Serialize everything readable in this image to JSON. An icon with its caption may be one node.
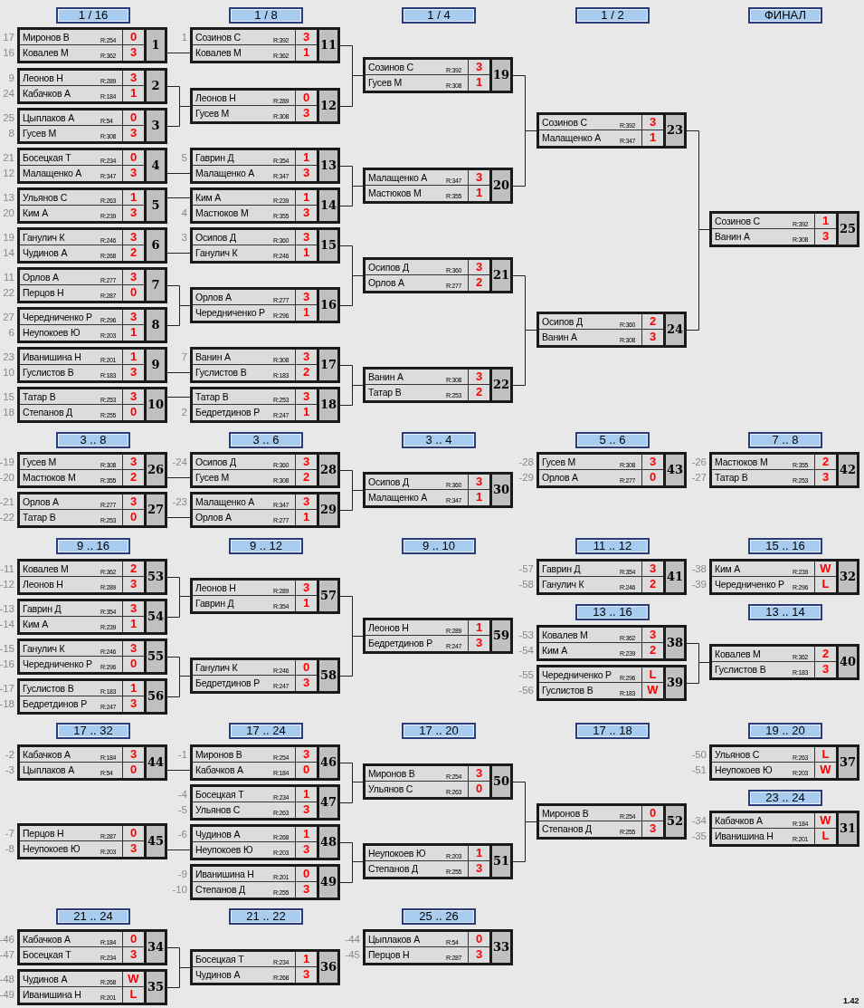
{
  "diagram": {
    "nodes": [
      {
        "text": [
          "Миронов В",
          "R:254",
          "0",
          "Ковалев М",
          "R:362",
          "3",
          "1"
        ],
        "beside": [
          "17",
          "16"
        ]
      },
      {
        "text": [
          "Леонов Н",
          "R:289",
          "3",
          "Кабачков А",
          "R:184",
          "1",
          "2"
        ],
        "beside": [
          "9",
          "24"
        ]
      },
      {
        "text": [
          "Цыплаков А",
          "R:54",
          "0",
          "Гусев М",
          "R:308",
          "3",
          "3"
        ],
        "beside": [
          "25",
          "8"
        ]
      },
      {
        "text": [
          "Босецкая Т",
          "R:234",
          "0",
          "Малащенко А",
          "R:347",
          "3",
          "4"
        ],
        "beside": [
          "21",
          "12"
        ]
      },
      {
        "text": [
          "Ульянов С",
          "R:263",
          "1",
          "Ким А",
          "R:239",
          "3",
          "5"
        ],
        "beside": [
          "13",
          "20"
        ]
      },
      {
        "text": [
          "Ганулич К",
          "R:246",
          "3",
          "Чудинов А",
          "R:268",
          "2",
          "6"
        ],
        "beside": [
          "19",
          "14"
        ]
      },
      {
        "text": [
          "Орлов А",
          "R:277",
          "3",
          "Перцов Н",
          "R:287",
          "0",
          "7"
        ],
        "beside": [
          "11",
          "22"
        ]
      },
      {
        "text": [
          "Чередниченко Р",
          "R:296",
          "3",
          "Неупокоев Ю",
          "R:203",
          "1",
          "8"
        ],
        "beside": [
          "27",
          "6"
        ]
      },
      {
        "text": [
          "Иванишина Н",
          "R:201",
          "1",
          "Гуслистов В",
          "R:183",
          "3",
          "9"
        ],
        "beside": [
          "23",
          "10"
        ]
      },
      {
        "text": [
          "Татар В",
          "R:253",
          "3",
          "Степанов Д",
          "R:255",
          "0",
          "10"
        ],
        "beside": [
          "15",
          "18"
        ]
      },
      {
        "text": [
          "Созинов С",
          "R:392",
          "3",
          "Ковалев М",
          "R:362",
          "1",
          "11"
        ],
        "beside": [
          "1"
        ]
      },
      {
        "text": [
          "Леонов Н",
          "R:289",
          "0",
          "Гусев М",
          "R:308",
          "3",
          "12"
        ]
      },
      {
        "text": [
          "Гаврин Д",
          "R:354",
          "1",
          "Малащенко А",
          "R:347",
          "3",
          "13"
        ],
        "beside": [
          "5"
        ]
      },
      {
        "text": [
          "Ким А",
          "R:239",
          "1",
          "Мастюков М",
          "R:355",
          "3",
          "14"
        ],
        "beside": [
          "4"
        ]
      },
      {
        "text": [
          "Осипов Д",
          "R:360",
          "3",
          "Ганулич К",
          "R:246",
          "1",
          "15"
        ],
        "beside": [
          "3"
        ]
      },
      {
        "text": [
          "Орлов А",
          "R:277",
          "3",
          "Чередниченко Р",
          "R:296",
          "1",
          "16"
        ]
      },
      {
        "text": [
          "Ванин А",
          "R:308",
          "3",
          "Гуслистов В",
          "R:183",
          "2",
          "17"
        ],
        "beside": [
          "7"
        ]
      },
      {
        "text": [
          "Татар В",
          "R:253",
          "3",
          "Бедретдинов Р",
          "R:247",
          "1",
          "18"
        ],
        "beside": [
          "2"
        ]
      },
      {
        "text": [
          "Созинов С",
          "R:392",
          "3",
          "Гусев М",
          "R:308",
          "1",
          "19"
        ]
      },
      {
        "text": [
          "Малащенко А",
          "R:347",
          "3",
          "Мастюков М",
          "R:355",
          "1",
          "20"
        ]
      },
      {
        "text": [
          "Осипов Д",
          "R:360",
          "3",
          "Орлов А",
          "R:277",
          "2",
          "21"
        ]
      },
      {
        "text": [
          "Ванин А",
          "R:308",
          "3",
          "Татар В",
          "R:253",
          "2",
          "22"
        ]
      },
      {
        "text": [
          "Созинов С",
          "R:392",
          "3",
          "Малащенко А",
          "R:347",
          "1",
          "23"
        ]
      },
      {
        "text": [
          "Осипов Д",
          "R:360",
          "2",
          "Ванин А",
          "R:308",
          "3",
          "24"
        ]
      },
      {
        "text": [
          "Созинов С",
          "R:392",
          "1",
          "Ванин А",
          "R:308",
          "3",
          "25"
        ]
      },
      {
        "text": [
          "Гусев М",
          "R:308",
          "3",
          "Мастюков М",
          "R:355",
          "2",
          "26"
        ],
        "beside": [
          "-19",
          "-20"
        ]
      },
      {
        "text": [
          "Орлов А",
          "R:277",
          "3",
          "Татар В",
          "R:253",
          "0",
          "27"
        ],
        "beside": [
          "-21",
          "-22"
        ]
      },
      {
        "text": [
          "Осипов Д",
          "R:360",
          "3",
          "Гусев М",
          "R:308",
          "2",
          "28"
        ],
        "beside": [
          "-24"
        ]
      },
      {
        "text": [
          "Малащенко А",
          "R:347",
          "3",
          "Орлов А",
          "R:277",
          "1",
          "29"
        ],
        "beside": [
          "-23"
        ]
      },
      {
        "text": [
          "Осипов Д",
          "R:360",
          "3",
          "Малащенко А",
          "R:347",
          "1",
          "30"
        ]
      },
      {
        "text": [
          "Гусев М",
          "R:308",
          "3",
          "Орлов А",
          "R:277",
          "0",
          "43"
        ],
        "beside": [
          "-28",
          "-29"
        ]
      },
      {
        "text": [
          "Мастюков М",
          "R:355",
          "2",
          "Татар В",
          "R:253",
          "3",
          "42"
        ],
        "beside": [
          "-26",
          "-27"
        ]
      },
      {
        "text": [
          "Ковалев М",
          "R:362",
          "2",
          "Леонов Н",
          "R:289",
          "3",
          "53"
        ],
        "beside": [
          "-11",
          "-12"
        ]
      },
      {
        "text": [
          "Гаврин Д",
          "R:354",
          "3",
          "Ким А",
          "R:239",
          "1",
          "54"
        ],
        "beside": [
          "-13",
          "-14"
        ]
      },
      {
        "text": [
          "Ганулич К",
          "R:246",
          "3",
          "Чередниченко Р",
          "R:296",
          "0",
          "55"
        ],
        "beside": [
          "-15",
          "-16"
        ]
      },
      {
        "text": [
          "Гуслистов В",
          "R:183",
          "1",
          "Бедретдинов Р",
          "R:247",
          "3",
          "56"
        ],
        "beside": [
          "-17",
          "-18"
        ]
      },
      {
        "text": [
          "Леонов Н",
          "R:289",
          "3",
          "Гаврин Д",
          "R:354",
          "1",
          "57"
        ]
      },
      {
        "text": [
          "Ганулич К",
          "R:246",
          "0",
          "Бедретдинов Р",
          "R:247",
          "3",
          "58"
        ]
      },
      {
        "text": [
          "Леонов Н",
          "R:289",
          "1",
          "Бедретдинов Р",
          "R:247",
          "3",
          "59"
        ]
      },
      {
        "text": [
          "Гаврин Д",
          "R:354",
          "3",
          "Ганулич К",
          "R:246",
          "2",
          "41"
        ],
        "beside": [
          "-57",
          "-58"
        ]
      },
      {
        "text": [
          "Ким А",
          "R:239",
          "W",
          "Чередниченко Р",
          "R:296",
          "L",
          "32"
        ],
        "beside": [
          "-38",
          "-39"
        ]
      },
      {
        "text": [
          "Ковалев М",
          "R:362",
          "3",
          "Ким А",
          "R:239",
          "2",
          "38"
        ],
        "beside": [
          "-53",
          "-54"
        ]
      },
      {
        "text": [
          "Чередниченко Р",
          "R:296",
          "L",
          "Гуслистов В",
          "R:183",
          "W",
          "39"
        ],
        "beside": [
          "-55",
          "-56"
        ]
      },
      {
        "text": [
          "Ковалев М",
          "R:362",
          "2",
          "Гуслистов В",
          "R:183",
          "3",
          "40"
        ]
      },
      {
        "text": [
          "Кабачков А",
          "R:184",
          "3",
          "Цыплаков А",
          "R:54",
          "0",
          "44"
        ],
        "beside": [
          "-2",
          "-3"
        ]
      },
      {
        "text": [
          "Перцов Н",
          "R:287",
          "0",
          "Неупокоев Ю",
          "R:203",
          "3",
          "45"
        ],
        "beside": [
          "-7",
          "-8"
        ]
      },
      {
        "text": [
          "Миронов В",
          "R:254",
          "3",
          "Кабачков А",
          "R:184",
          "0",
          "46"
        ],
        "beside": [
          "-1"
        ]
      },
      {
        "text": [
          "Босецкая Т",
          "R:234",
          "1",
          "Ульянов С",
          "R:263",
          "3",
          "47"
        ],
        "beside": [
          "-4",
          "-5"
        ]
      },
      {
        "text": [
          "Чудинов А",
          "R:268",
          "1",
          "Неупокоев Ю",
          "R:203",
          "3",
          "48"
        ],
        "beside": [
          "-6"
        ]
      },
      {
        "text": [
          "Иванишина Н",
          "R:201",
          "0",
          "Степанов Д",
          "R:255",
          "3",
          "49"
        ],
        "beside": [
          "-9",
          "-10"
        ]
      },
      {
        "text": [
          "Миронов В",
          "R:254",
          "3",
          "Ульянов С",
          "R:263",
          "0",
          "50"
        ]
      },
      {
        "text": [
          "Неупокоев Ю",
          "R:203",
          "1",
          "Степанов Д",
          "R:255",
          "3",
          "51"
        ]
      },
      {
        "text": [
          "Миронов В",
          "R:254",
          "0",
          "Степанов Д",
          "R:255",
          "3",
          "52"
        ]
      },
      {
        "text": [
          "Ульянов С",
          "R:263",
          "L",
          "Неупокоев Ю",
          "R:203",
          "W",
          "37"
        ],
        "beside": [
          "-50",
          "-51"
        ]
      },
      {
        "text": [
          "Кабачков А",
          "R:184",
          "W",
          "Иванишина Н",
          "R:201",
          "L",
          "31"
        ],
        "beside": [
          "-34",
          "-35"
        ]
      },
      {
        "text": [
          "Кабачков А",
          "R:184",
          "0",
          "Босецкая Т",
          "R:234",
          "3",
          "34"
        ],
        "beside": [
          "-46",
          "-47"
        ]
      },
      {
        "text": [
          "Чудинов А",
          "R:268",
          "W",
          "Иванишина Н",
          "R:201",
          "L",
          "35"
        ],
        "beside": [
          "-48",
          "-49"
        ]
      },
      {
        "text": [
          "Босецкая Т",
          "R:234",
          "1",
          "Чудинов А",
          "R:268",
          "3",
          "36"
        ]
      },
      {
        "text": [
          "Цыплаков А",
          "R:54",
          "0",
          "Перцов Н",
          "R:287",
          "3",
          "33"
        ],
        "beside": [
          "-44",
          "-45"
        ]
      }
    ],
    "edges": [
      {
        "from": 0,
        "to": 10,
        "arrow": "none"
      },
      {
        "from": 1,
        "to": 11,
        "arrow": "none"
      },
      {
        "from": 2,
        "to": 11,
        "arrow": "none"
      },
      {
        "from": 3,
        "to": 12,
        "arrow": "none"
      },
      {
        "from": 4,
        "to": 13,
        "arrow": "none"
      },
      {
        "from": 5,
        "to": 14,
        "arrow": "none"
      },
      {
        "from": 6,
        "to": 15,
        "arrow": "none"
      },
      {
        "from": 7,
        "to": 15,
        "arrow": "none"
      },
      {
        "from": 8,
        "to": 16,
        "arrow": "none"
      },
      {
        "from": 9,
        "to": 17,
        "arrow": "none"
      },
      {
        "from": 10,
        "to": 18,
        "arrow": "none"
      },
      {
        "from": 11,
        "to": 18,
        "arrow": "none"
      },
      {
        "from": 12,
        "to": 19,
        "arrow": "none"
      },
      {
        "from": 13,
        "to": 19,
        "arrow": "none"
      },
      {
        "from": 14,
        "to": 20,
        "arrow": "none"
      },
      {
        "from": 15,
        "to": 20,
        "arrow": "none"
      },
      {
        "from": 16,
        "to": 21,
        "arrow": "none"
      },
      {
        "from": 17,
        "to": 21,
        "arrow": "none"
      },
      {
        "from": 18,
        "to": 22,
        "arrow": "none"
      },
      {
        "from": 19,
        "to": 22,
        "arrow": "none"
      },
      {
        "from": 20,
        "to": 23,
        "arrow": "none"
      },
      {
        "from": 21,
        "to": 23,
        "arrow": "none"
      },
      {
        "from": 22,
        "to": 24,
        "arrow": "none"
      },
      {
        "from": 23,
        "to": 24,
        "arrow": "none"
      },
      {
        "from": 25,
        "to": 27,
        "arrow": "none"
      },
      {
        "from": 26,
        "to": 28,
        "arrow": "none"
      },
      {
        "from": 27,
        "to": 29,
        "arrow": "none"
      },
      {
        "from": 28,
        "to": 29,
        "arrow": "none"
      },
      {
        "from": 32,
        "to": 36,
        "arrow": "none"
      },
      {
        "from": 33,
        "to": 36,
        "arrow": "none"
      },
      {
        "from": 34,
        "to": 37,
        "arrow": "none"
      },
      {
        "from": 35,
        "to": 37,
        "arrow": "none"
      },
      {
        "from": 36,
        "to": 38,
        "arrow": "none"
      },
      {
        "from": 37,
        "to": 38,
        "arrow": "none"
      },
      {
        "from": 41,
        "to": 43,
        "arrow": "none"
      },
      {
        "from": 42,
        "to": 43,
        "arrow": "none"
      },
      {
        "from": 44,
        "to": 46,
        "arrow": "none"
      },
      {
        "from": 45,
        "to": 48,
        "arrow": "none"
      },
      {
        "from": 46,
        "to": 50,
        "arrow": "none"
      },
      {
        "from": 47,
        "to": 50,
        "arrow": "none"
      },
      {
        "from": 48,
        "to": 51,
        "arrow": "none"
      },
      {
        "from": 49,
        "to": 51,
        "arrow": "none"
      },
      {
        "from": 50,
        "to": 52,
        "arrow": "none"
      },
      {
        "from": 51,
        "to": 52,
        "arrow": "none"
      },
      {
        "from": 55,
        "to": 57,
        "arrow": "none"
      },
      {
        "from": 56,
        "to": 57,
        "arrow": "none"
      }
    ],
    "labels": [
      "1 / 16",
      "1 / 8",
      "1 / 4",
      "1 / 2",
      "ФИНАЛ",
      "3 .. 8",
      "3 .. 6",
      "3 .. 4",
      "5 .. 6",
      "7 .. 8",
      "9 .. 16",
      "9 .. 12",
      "9 .. 10",
      "11 .. 12",
      "15 .. 16",
      "13 .. 16",
      "13 .. 14",
      "17 .. 32",
      "17 .. 24",
      "17 .. 20",
      "17 .. 18",
      "19 .. 20",
      "23 .. 24",
      "21 .. 24",
      "21 .. 22",
      "25 .. 26",
      "1.42"
    ]
  }
}
